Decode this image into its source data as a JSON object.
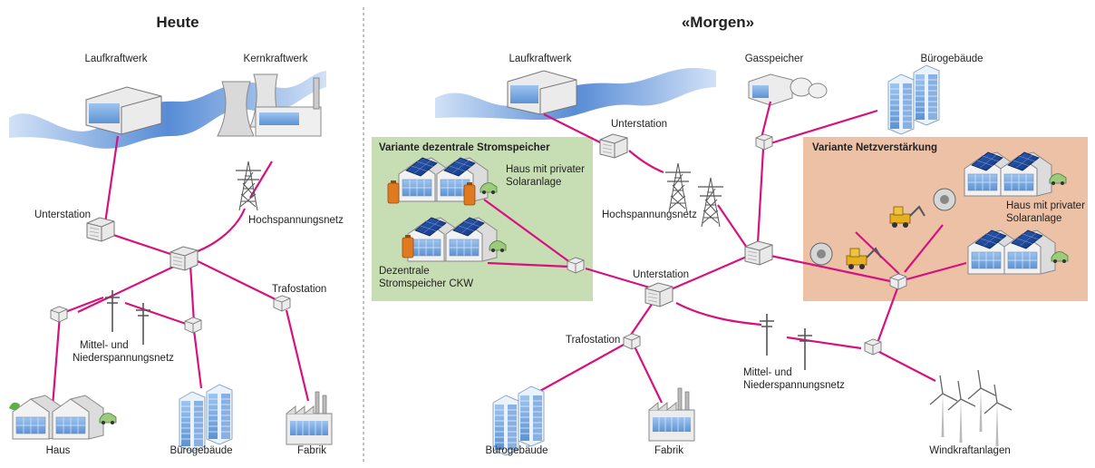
{
  "titles": {
    "today": "Heute",
    "tomorrow": "«Morgen»"
  },
  "variants": {
    "storage": "Variante dezentrale Stromspeicher",
    "grid": "Variante Netzverstärkung"
  },
  "labels": {
    "left_river_plant": "Laufkraftwerk",
    "left_nuclear": "Kernkraftwerk",
    "left_substation": "Unterstation",
    "left_hv_grid": "Hochspannungsnetz",
    "left_transformer": "Trafostation",
    "left_mv_line1": "Mittel- und",
    "left_mv_line2": "Niederspannungsnetz",
    "left_house": "Haus",
    "left_office": "Bürogebäude",
    "left_factory": "Fabrik",
    "right_river_plant": "Laufkraftwerk",
    "right_gas_storage": "Gasspeicher",
    "right_office_top": "Bürogebäude",
    "right_substation_top": "Unterstation",
    "right_house_solar_l1": "Haus mit privater",
    "right_house_solar_l2": "Solaranlage",
    "right_storage_l1": "Dezentrale",
    "right_storage_l2": "Stromspeicher CKW",
    "right_hv_grid": "Hochspannungsnetz",
    "right_substation_mid": "Unterstation",
    "right_house_solar2_l1": "Haus mit privater",
    "right_house_solar2_l2": "Solaranlage",
    "right_transformer": "Trafostation",
    "right_mv_line1": "Mittel- und",
    "right_mv_line2": "Niederspannungsnetz",
    "right_office_bottom": "Bürogebäude",
    "right_factory": "Fabrik",
    "right_wind": "Windkraftanlagen"
  },
  "colors": {
    "power_line": "#d6127f",
    "storage_box": "#c7ddb4",
    "grid_box": "#ecc1a6",
    "water": "#5b8fd6"
  }
}
